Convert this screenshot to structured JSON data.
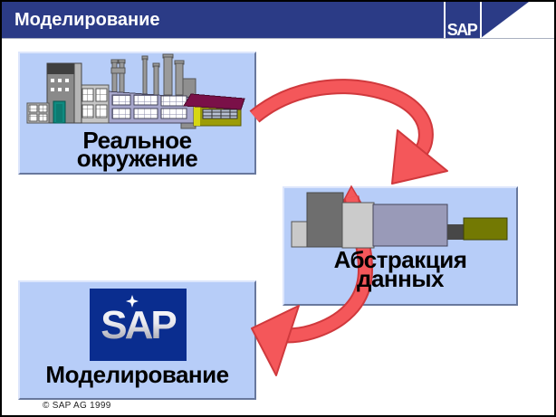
{
  "header": {
    "title": "Моделирование",
    "brand": "SAP"
  },
  "boxes": {
    "real_environment": {
      "line1": "Реальное",
      "line2": "окружение"
    },
    "data_abstraction": {
      "line1": "Абстракция",
      "line2": "данных"
    },
    "modeling": {
      "label": "Моделирование",
      "logo_text": "SAP"
    }
  },
  "arrows": [
    {
      "name": "real-environment-to-data-abstraction",
      "shape": "curved, arrowhead points down-left into abstraction box"
    },
    {
      "name": "data-abstraction-to-modeling",
      "shape": "curved, arrowhead points left into modeling box"
    }
  ],
  "footer": {
    "copyright": "© SAP AG 1999"
  },
  "icons": {
    "factory": "factory-illustration",
    "machine": "abstract-machine-blocks-illustration",
    "sap_logo": "sap-metallic-logo",
    "header_slash": "sap-diagonal-slash"
  },
  "colors": {
    "header_navy": "#2b3b86",
    "slide_border": "#000000",
    "box_fill": "#b7cdf8",
    "box_border_dark": "#68789d",
    "box_border_light": "#dde6fc",
    "arrow_red": "#f4575a",
    "arrow_red_dark": "#d0393d",
    "sap_logo_navy": "#0a2d8f",
    "machine_dark_gray": "#6e6e6e",
    "machine_light_gray": "#c9c9c9",
    "machine_lavender": "#999ab8",
    "machine_connector_gray": "#474747",
    "machine_olive": "#737903",
    "factory_wall_lavender": "#a7a7cc",
    "factory_roof_maroon": "#7a1048",
    "factory_shed_olive": "#9c9c08",
    "factory_door_teal": "#0f8a80"
  }
}
